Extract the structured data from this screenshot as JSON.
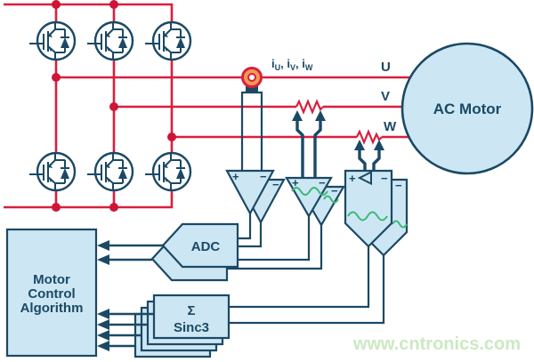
{
  "diagram": {
    "title_semantic": "3-phase inverter motor current sensing signal chain",
    "labels": {
      "current_label": {
        "p1": "i",
        "s1": "U",
        "p2": ", i",
        "s2": "V",
        "p3": ", i",
        "s3": "W"
      },
      "phase_u": "U",
      "phase_v": "V",
      "phase_w": "W",
      "motor": "AC Motor",
      "adc": "ADC",
      "sigma": "Σ",
      "sinc3": "Sinc3",
      "mca_line1": "Motor",
      "mca_line2": "Control",
      "mca_line3": "Algorithm",
      "plus": "+",
      "minus": "−",
      "watermark": "www.cntronics.com"
    },
    "colors": {
      "wire_red": "#d91f3d",
      "junction_red": "#cf1437",
      "outline_navy": "#1b4965",
      "block_fill_blue": "#cce7f3",
      "toroid_orange": "#f29a51",
      "signal_green": "#3cb878",
      "watermark_green": "#c9e8bf",
      "background": "#ffffff"
    },
    "component_counts": {
      "igbt_top_row": 3,
      "igbt_bottom_row": 3,
      "sinc3_stack": 4,
      "adc_channels": 2
    }
  }
}
